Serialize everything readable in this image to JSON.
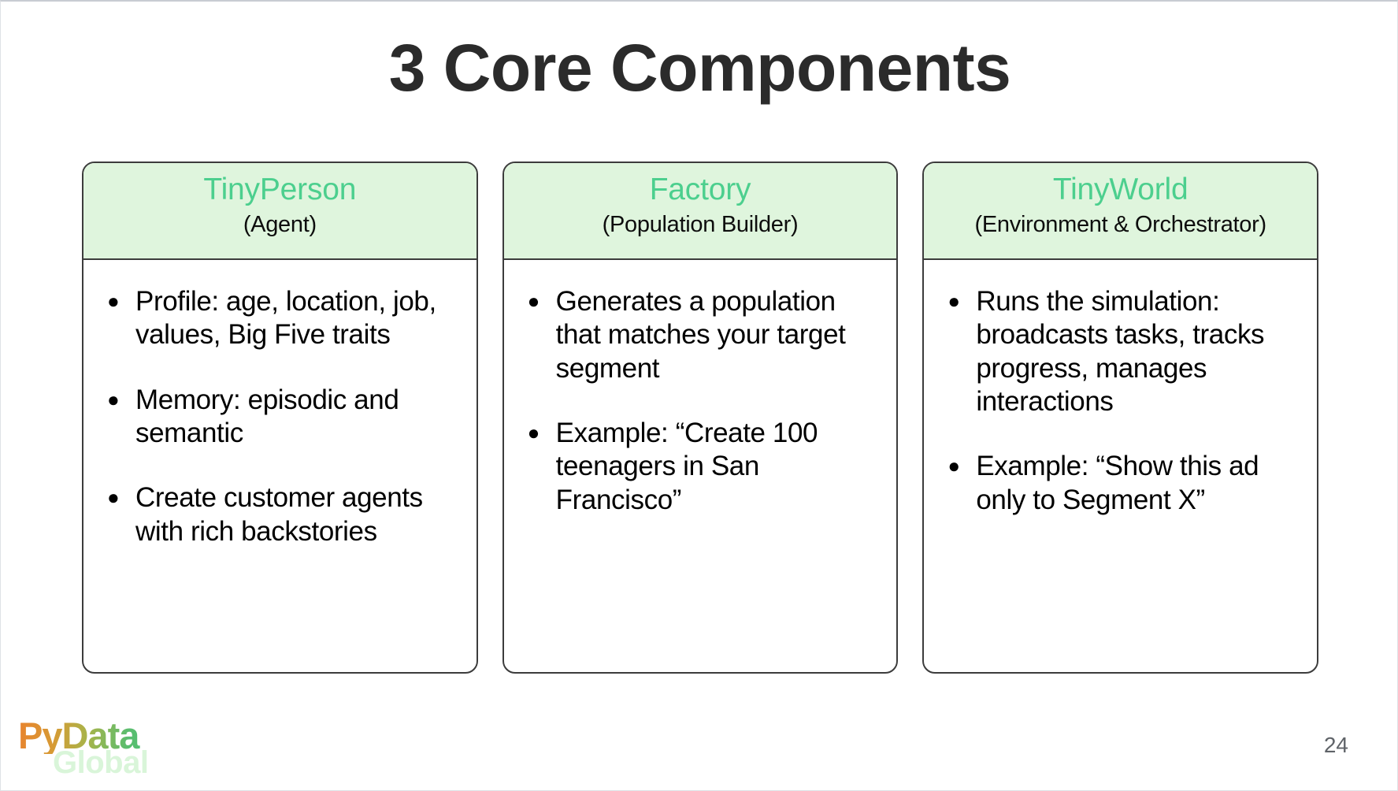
{
  "slide": {
    "title": "3 Core Components",
    "page_number": "24",
    "title_color": "#2b2b2b",
    "accent_green": "#4ccf8e",
    "header_bg": "#dff5dd",
    "border_color": "#3c3c3c"
  },
  "cards": [
    {
      "title": "TinyPerson",
      "subtitle": "(Agent)",
      "bullets": [
        "Profile: age, location, job, values, Big Five traits",
        "Memory: episodic and semantic",
        "Create customer agents with rich backstories"
      ]
    },
    {
      "title": "Factory",
      "subtitle": "(Population Builder)",
      "bullets": [
        "Generates a population that matches your target segment",
        "Example: “Create 100 teenagers in San Francisco”"
      ]
    },
    {
      "title": "TinyWorld",
      "subtitle": "(Environment & Orchestrator)",
      "bullets": [
        "Runs the simulation: broadcasts tasks, tracks progress, manages interactions",
        "Example: “Show this ad only to Segment X”"
      ]
    }
  ],
  "logo": {
    "primary": "PyData",
    "secondary": "Global"
  },
  "bullet_glyph": "●"
}
